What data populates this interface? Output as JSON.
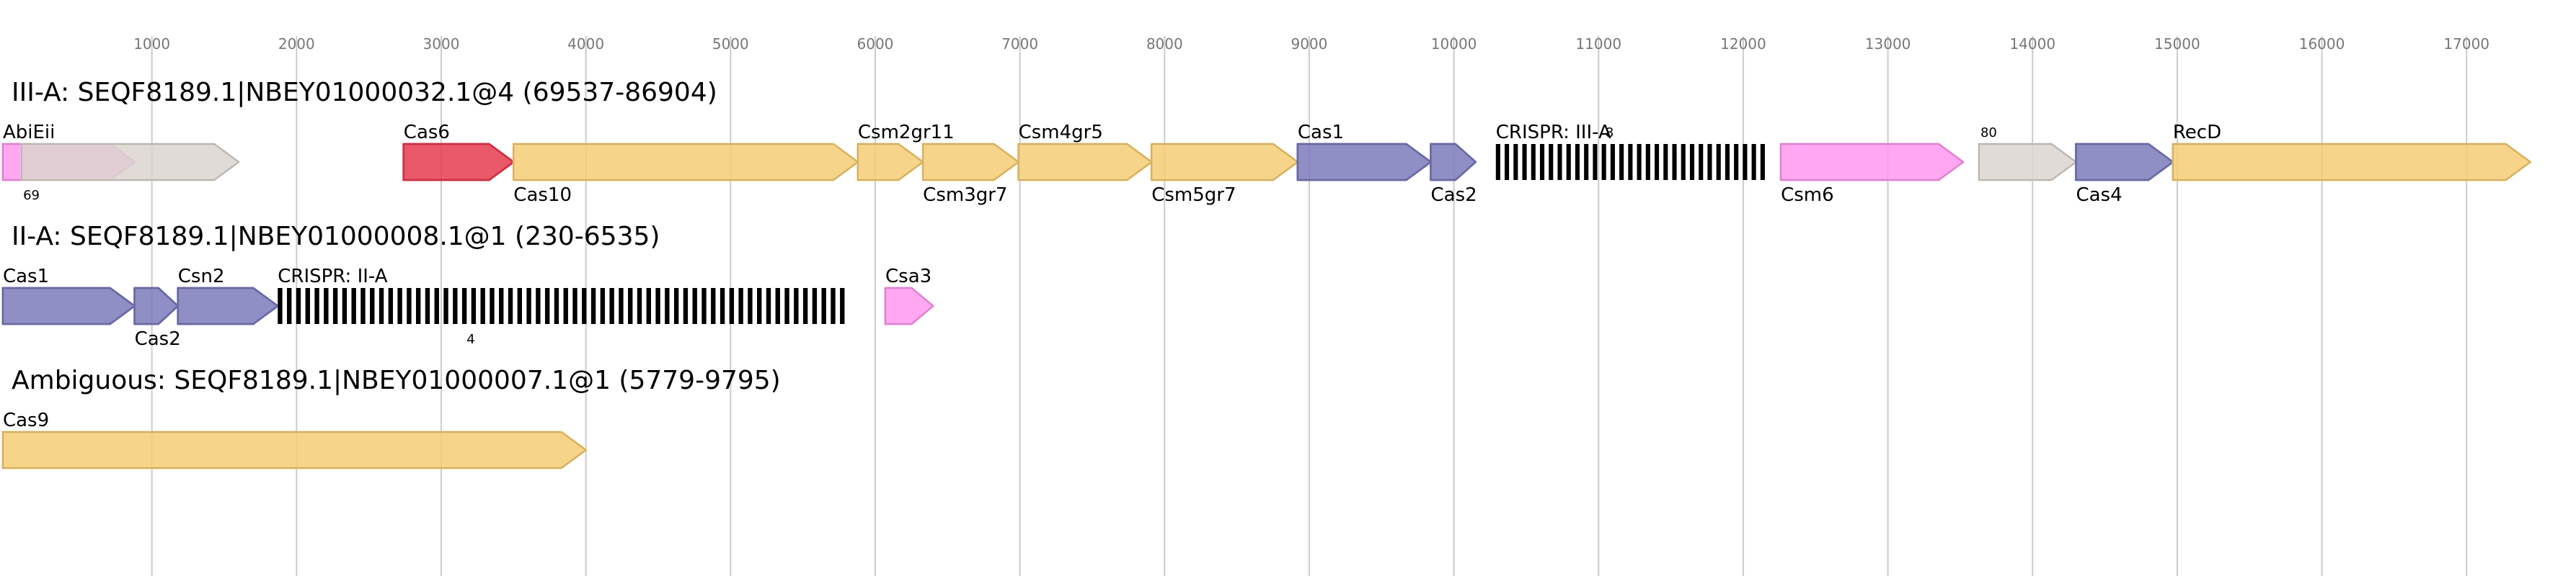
{
  "axis": {
    "ticks": [
      {
        "value": 1000,
        "label": "1000"
      },
      {
        "value": 2000,
        "label": "2000"
      },
      {
        "value": 3000,
        "label": "3000"
      },
      {
        "value": 4000,
        "label": "4000"
      },
      {
        "value": 5000,
        "label": "5000"
      },
      {
        "value": 6000,
        "label": "6000"
      },
      {
        "value": 7000,
        "label": "7000"
      },
      {
        "value": 8000,
        "label": "8000"
      },
      {
        "value": 9000,
        "label": "9000"
      },
      {
        "value": 10000,
        "label": "10000"
      },
      {
        "value": 11000,
        "label": "11000"
      },
      {
        "value": 12000,
        "label": "12000"
      },
      {
        "value": 13000,
        "label": "13000"
      },
      {
        "value": 14000,
        "label": "14000"
      },
      {
        "value": 15000,
        "label": "15000"
      },
      {
        "value": 16000,
        "label": "16000"
      },
      {
        "value": 17000,
        "label": "17000"
      }
    ]
  },
  "colors": {
    "pink": "#ff99ee",
    "gray": "#dbd5cf",
    "red": "#e63c50",
    "yellow": "#f5cd76",
    "blue": "#7b7bbb",
    "crispr": "#000000",
    "grid": "#cccccc",
    "tick_text": "#777777",
    "text": "#000000"
  },
  "loci": [
    {
      "title": "III-A: SEQF8189.1|NBEY01000032.1@4 (69537-86904)",
      "genes": [
        {
          "name": "AbiEii",
          "start": -30,
          "end": 880,
          "color": "pink",
          "label_pos": "above"
        },
        {
          "name": "",
          "start": 100,
          "end": 1600,
          "color": "gray",
          "label_pos": "above",
          "note": "69"
        },
        {
          "name": "Cas6",
          "start": 2740,
          "end": 3500,
          "color": "red",
          "label_pos": "above"
        },
        {
          "name": "Cas10",
          "start": 3500,
          "end": 5880,
          "color": "yellow",
          "label_pos": "below"
        },
        {
          "name": "Csm2gr11",
          "start": 5880,
          "end": 6330,
          "color": "yellow",
          "label_pos": "above"
        },
        {
          "name": "Csm3gr7",
          "start": 6330,
          "end": 6990,
          "color": "yellow",
          "label_pos": "below"
        },
        {
          "name": "Csm4gr5",
          "start": 6990,
          "end": 7910,
          "color": "yellow",
          "label_pos": "above"
        },
        {
          "name": "Csm5gr7",
          "start": 7910,
          "end": 8920,
          "color": "yellow",
          "label_pos": "below"
        },
        {
          "name": "Cas1",
          "start": 8920,
          "end": 9840,
          "color": "blue",
          "label_pos": "above"
        },
        {
          "name": "Cas2",
          "start": 9840,
          "end": 10150,
          "color": "blue",
          "label_pos": "below"
        },
        {
          "name": "Csm6",
          "start": 12260,
          "end": 13520,
          "color": "pink",
          "label_pos": "below"
        },
        {
          "name": "",
          "start": 13630,
          "end": 14300,
          "color": "gray",
          "label_pos": "above",
          "note": "80"
        },
        {
          "name": "Cas4",
          "start": 14300,
          "end": 14970,
          "color": "blue",
          "label_pos": "below"
        },
        {
          "name": "RecD",
          "start": 14970,
          "end": 17440,
          "color": "yellow",
          "label_pos": "above"
        }
      ],
      "crisprs": [
        {
          "name": "CRISPR: III-A",
          "start": 10290,
          "end": 12180,
          "repeats": 31,
          "note": "8"
        }
      ]
    },
    {
      "title": "II-A: SEQF8189.1|NBEY01000008.1@1 (230-6535)",
      "genes": [
        {
          "name": "Cas1",
          "start": -30,
          "end": 880,
          "color": "blue",
          "label_pos": "above"
        },
        {
          "name": "Cas2",
          "start": 880,
          "end": 1180,
          "color": "blue",
          "label_pos": "below"
        },
        {
          "name": "Csn2",
          "start": 1180,
          "end": 1870,
          "color": "blue",
          "label_pos": "above"
        },
        {
          "name": "Csa3",
          "start": 6070,
          "end": 6400,
          "color": "pink",
          "label_pos": "above"
        }
      ],
      "crisprs": [
        {
          "name": "CRISPR: II-A",
          "start": 1870,
          "end": 5820,
          "repeats": 62,
          "note": "4"
        }
      ]
    },
    {
      "title": "Ambiguous: SEQF8189.1|NBEY01000007.1@1 (5779-9795)",
      "genes": [
        {
          "name": "Cas9",
          "start": -30,
          "end": 4000,
          "color": "yellow",
          "label_pos": "above"
        }
      ],
      "crisprs": []
    }
  ]
}
